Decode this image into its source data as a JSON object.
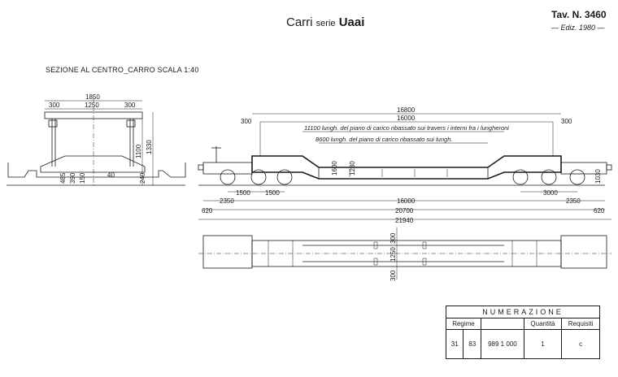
{
  "header": {
    "title_main": "Carri",
    "title_small": "serie",
    "title_series": "Uaai",
    "table_number": "Tav. N. 3460",
    "edition": "— Ediz. 1980 —"
  },
  "section_view": {
    "caption": "SEZIONE AL CENTRO_CARRO   SCALA 1:40",
    "dims": {
      "overall_width": "1850",
      "inner_width": "1250",
      "left_offset": "300",
      "right_offset": "300",
      "height_1100": "1100",
      "height_1330": "1330",
      "d485": "485",
      "d390": "390",
      "d150": "150",
      "d40": "40",
      "d240": "240"
    }
  },
  "side_view": {
    "dims": {
      "top_16800": "16800",
      "top_16000": "16000",
      "left_300": "300",
      "right_300": "300",
      "d1600": "1600",
      "d1230": "1230",
      "d1030": "1030",
      "bogie_1500a": "1500",
      "bogie_1500b": "1500",
      "bogie_3000": "3000",
      "end_2350_left": "2350",
      "end_2350_right": "2350",
      "center_16000": "16000",
      "buffer_620_left": "620",
      "buffer_620_right": "620",
      "length_20700": "20700",
      "length_21940": "21940"
    },
    "notes": {
      "note_11100": "11100 lungh. del piano di carico ribassato sui travers i interni fra i lungheroni",
      "note_8600": "8600 lungh. del piano di carico ribassato sui lungh."
    }
  },
  "plan_view": {
    "dims": {
      "d300_top": "300",
      "d1250": "1250",
      "d300_bottom": "300"
    }
  },
  "numbering_table": {
    "heading": "NUMERAZIONE",
    "columns": [
      "Regime",
      "",
      "Quantità",
      "Requisiti"
    ],
    "row": {
      "regime_a": "31",
      "regime_b": "83",
      "number": "989 1 000",
      "quantity": "1",
      "requirements": "c"
    }
  }
}
